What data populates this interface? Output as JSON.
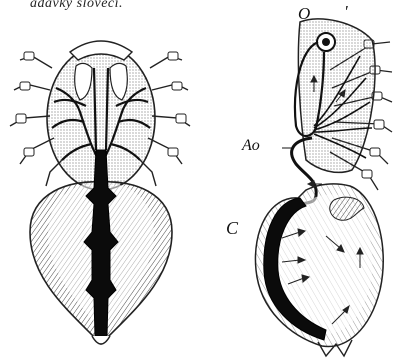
{
  "caption": {
    "top_fragment": "adavky sloveci."
  },
  "labels": {
    "o": "O",
    "tick": "'",
    "ao": "Ao",
    "c": "C"
  }
}
